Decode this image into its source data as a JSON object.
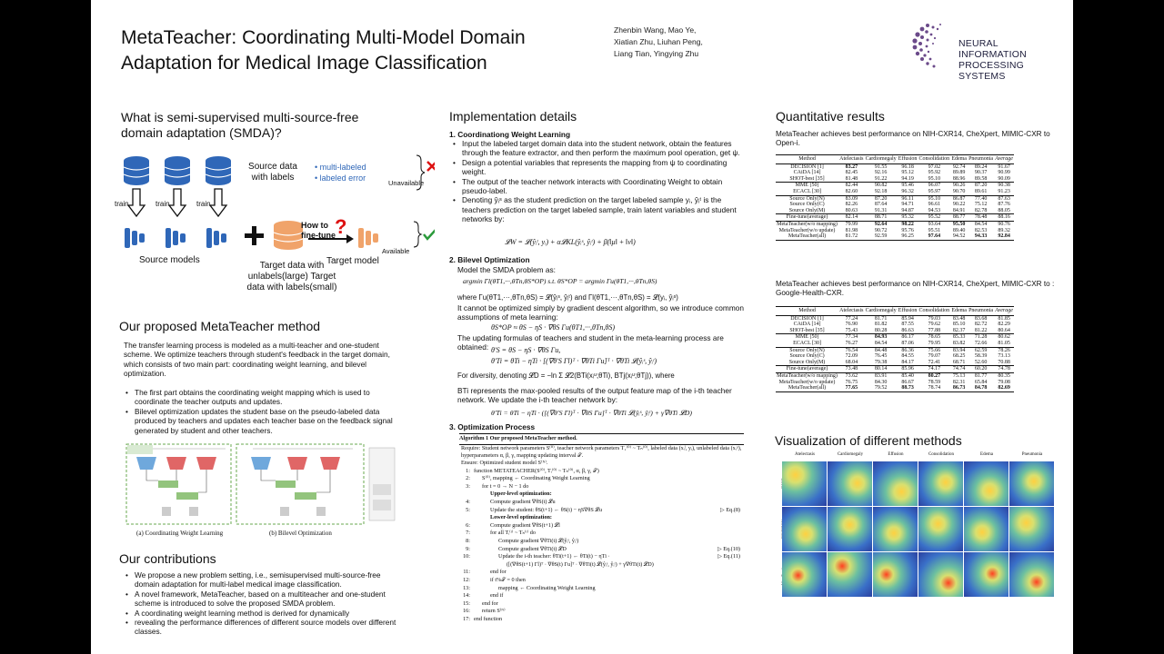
{
  "header": {
    "title": "MetaTeacher: Coordinating Multi-Model Domain Adaptation for Medical Image Classification",
    "authors": [
      "Zhenbin Wang, Mao Ye,",
      "Xiatian Zhu, Liuhan Peng,",
      "Liang Tian, Yingying Zhu"
    ],
    "logo_lines": [
      "NEURAL INFORMATION",
      "PROCESSING SYSTEMS"
    ]
  },
  "left": {
    "smda_heading": "What is semi-supervised multi-source-free domain adaptation (SMDA)?",
    "fig": {
      "source_data": "Source data with labels",
      "multi_labeled": "• multi-labeled",
      "labeled_error": "• labeled error",
      "unavailable": "Unavailable",
      "train": "train",
      "how_to": "How to fine-tune",
      "source_models": "Source models",
      "target_data": "Target data with unlabels(large) Target data with labels(small)",
      "target_model": "Target model",
      "available": "Available"
    },
    "method_heading": "Our proposed MetaTeacher method",
    "method_text": "The transfer learning process is modeled as a multi-teacher and one-student scheme. We optimize teachers through student's feedback in the target domain, which consists of two main part: coordinating weight learning, and bilevel optimization.",
    "method_bullets": [
      "The first part obtains the coordinating weight mapping which is used to coordinate the teacher outputs and updates.",
      "Bilevel optimization updates the student base on the pseudo-labeled data produced by teachers and updates each teacher base on the feedback signal generated by student and other teachers."
    ],
    "captions": [
      "(a) Coordinating Weight Learning",
      "(b) Bilevel Optimization"
    ],
    "contrib_heading": "Our contributions",
    "contrib_bullets": [
      "We propose a new problem setting, i.e., semisupervised multi-source-free domain adaptation for multi-label medical image classification.",
      "A novel framework, MetaTeacher, based on a multiteacher and one-student scheme is introduced to solve the proposed SMDA problem.",
      "A coordinating weight learning method is derived for dynamically",
      "revealing the performance differences of different source models over different classes."
    ]
  },
  "middle": {
    "heading": "Implementation details",
    "s1": "1. Coordinationg Weight Learning",
    "s1_bullets": [
      "Input the labeled target domain data into the student network, obtain the features through the feature extractor, and then perform the maximum pool operation, get ψ.",
      "Design a potential variables that represents the mapping from ψ to coordinating weight.",
      "The output of the teacher network interacts with Coordinating Weight to obtain pseudo-label.",
      "Denoting ŷᵢˢ as the student prediction on the target labeled sample yᵢ, ŷᵢᵗ is the teachers prediction on the target labeled sample, train latent variables and student networks by:"
    ],
    "eq_lw": "𝓛W = 𝓛(ŷᵢᵗ, yᵢ) + α𝓛KL(ŷᵢˢ, ŷᵢᵗ) + β(‖μ‖ + ‖ν‖)",
    "s2": "2. Bilevel Optimization",
    "s2_intro": "Model the SMDA problem as:",
    "eq_argmin": "argmin Γl(θT1,···,θTn,θS*OP)   s.t.  θS*OP = argmin Γu(θT1,···,θTn,θS)",
    "where_line": "where  Γu(θT1,···,θTn,θS) = 𝓛(ŷᵢˢ, ŷᵢᵗ) and Γl(θT1,···,θTn,θS) = 𝓛(yᵢ, ŷᵢˢ)",
    "bilevel_text": "It cannot be optimized simply by gradient descent algorithm, so we introduce common assumptions of meta learning:",
    "eq_meta": "θS*OP ≈ θS − ηS · ∇θS Γu(θT1,···,θTn,θS)",
    "update_text": "The updating formulas of teachers and student in the meta-learning process are obtained:",
    "eq_up1": "θ′S = θS − ηS · ∇θS Γu,",
    "eq_up2": "θ′Ti = θTi − ηTi · [(∇θ′S Γl)ᵀ · ∇θTi Γu]ᵀ · ∇θTi 𝓛(ŷᵢˢ, ŷᵢᵗ)",
    "diversity": "For diversity, denoting  𝓛D = −ln Σ 𝓛2(BTi(xᵢᵘ;θTi), BTj(xᵢᵘ;θTj)),  where",
    "b_text": "BTi represents the max-pooled results of the output feature map of the i-th teacher network. We update the i-th teacher network by:",
    "eq_teacher": "θ′Ti = θTi − ηTi · ([(∇θ′S Γl)ᵀ · ∇θS Γu]ᵀ · ∇θTi 𝓛(ŷᵢˢ, ŷᵢᵗ) + γ∇θTi 𝓛D)",
    "s3": "3. Optimization Process",
    "alg": {
      "title": "Algorithm 1 Our proposed MetaTeacher method.",
      "require": "Require: Student network parameters S⁽⁰⁾, teacher network parameters T₁⁽⁰⁾ ~ Tₙ⁽⁰⁾, labeled data (xᵢˡ, yᵢ), unlabeled data (xᵢᵘ), hyperparameters α, β, γ, mapping updating interval 𝒯.",
      "ensure": "Ensure: Optimized student model S⁽ᴺ⁾.",
      "lines": [
        {
          "n": "1:",
          "t": "function METATEACHER(S⁽⁰⁾, Tᵢ⁽⁰⁾ ~ Tₙ⁽⁰⁾, α, β, γ, 𝒯)",
          "i": 0,
          "r": ""
        },
        {
          "n": "2:",
          "t": "S⁽⁰⁾, mapping ← Coordinating Weight Learning",
          "i": 1,
          "r": ""
        },
        {
          "n": "3:",
          "t": "for t = 0 → N − 1 do",
          "i": 1,
          "r": ""
        },
        {
          "n": "",
          "t": "Upper-level optimization:",
          "i": 2,
          "r": ""
        },
        {
          "n": "4:",
          "t": "Compute gradient ∇θS(t) 𝓛u",
          "i": 2,
          "r": ""
        },
        {
          "n": "5:",
          "t": "Update the student: θS(t+1) ← θS(t) − ηS∇θS 𝓛u",
          "i": 2,
          "r": "▷ Eq.(8)"
        },
        {
          "n": "",
          "t": "Lower-level optimization:",
          "i": 2,
          "r": ""
        },
        {
          "n": "6:",
          "t": "Compute gradient ∇θS(t+1) 𝓛l",
          "i": 2,
          "r": ""
        },
        {
          "n": "7:",
          "t": "for all Tᵢ⁽ᵗ⁾ ~ Tₙ⁽ᵗ⁾ do",
          "i": 2,
          "r": ""
        },
        {
          "n": "8:",
          "t": "Compute gradient ∇θTi(t) 𝓛(ŷᵢˢ, ŷᵢᵗ)",
          "i": 3,
          "r": ""
        },
        {
          "n": "9:",
          "t": "Compute gradient ∇θTi(t) 𝓛D",
          "i": 3,
          "r": "▷ Eq.(10)"
        },
        {
          "n": "10:",
          "t": "Update the i-th teacher: θTi(t+1) ← θTi(t) − ηTi ·",
          "i": 3,
          "r": "▷ Eq.(11)"
        },
        {
          "n": "",
          "t": "([(∇θS(t+1) Γl)ᵀ · ∇θS(t) Γu]ᵀ · ∇θTi(t) 𝓛(ŷᵢˢ, ŷᵢᵗ) + γ∇θTi(t) 𝓛D)",
          "i": 4,
          "r": ""
        },
        {
          "n": "11:",
          "t": "end for",
          "i": 2,
          "r": ""
        },
        {
          "n": "12:",
          "t": "if t%𝒯 = 0 then",
          "i": 2,
          "r": ""
        },
        {
          "n": "13:",
          "t": "mapping ← Coordinating Weight Learning",
          "i": 3,
          "r": ""
        },
        {
          "n": "14:",
          "t": "end if",
          "i": 2,
          "r": ""
        },
        {
          "n": "15:",
          "t": "end for",
          "i": 1,
          "r": ""
        },
        {
          "n": "16:",
          "t": "return S⁽ᴺ⁾",
          "i": 1,
          "r": ""
        },
        {
          "n": "17:",
          "t": "end function",
          "i": 0,
          "r": ""
        }
      ]
    }
  },
  "right": {
    "heading": "Quantitative results",
    "t1_caption": "MetaTeacher achieves best performance on NIH-CXR14, CheXpert, MIMIC-CXR to Open-i.",
    "t2_caption": "MetaTeacher achieves best performance on NIH-CXR14, CheXpert, MIMIC-CXR to : Google-Health-CXR.",
    "columns": [
      "Method",
      "Atelectasis",
      "Cardiomegaly",
      "Effusion",
      "Consolidation",
      "Edema",
      "Pneumonia",
      "Average"
    ],
    "table1": [
      {
        "g": false,
        "c": [
          "DECISION [1]",
          "83.27",
          "91.55",
          "96.18",
          "97.02",
          "92.74",
          "89.24",
          "91.67"
        ],
        "b": [
          1
        ]
      },
      {
        "g": false,
        "c": [
          "CAiDA [14]",
          "82.45",
          "92.16",
          "95.12",
          "95.92",
          "89.89",
          "90.37",
          "90.99"
        ],
        "b": []
      },
      {
        "g": false,
        "c": [
          "SHOT-best [35]",
          "81.48",
          "91.22",
          "94.19",
          "95.10",
          "88.96",
          "89.58",
          "90.09"
        ],
        "b": []
      },
      {
        "g": true,
        "c": [
          "MME [50]",
          "82.44",
          "90.82",
          "95.46",
          "96.07",
          "90.26",
          "87.20",
          "90.38"
        ],
        "b": []
      },
      {
        "g": false,
        "c": [
          "ECACL [30]",
          "82.60",
          "92.18",
          "96.32",
          "95.97",
          "90.70",
          "89.61",
          "91.23"
        ],
        "b": []
      },
      {
        "g": true,
        "c": [
          "Source Only(N)",
          "83.09",
          "87.20",
          "96.11",
          "95.10",
          "86.87",
          "77.40",
          "87.63"
        ],
        "b": []
      },
      {
        "g": false,
        "c": [
          "Source Only(C)",
          "82.26",
          "87.64",
          "94.71",
          "96.61",
          "90.22",
          "75.12",
          "87.76"
        ],
        "b": []
      },
      {
        "g": false,
        "c": [
          "Source Only(M)",
          "80.63",
          "91.31",
          "94.87",
          "94.53",
          "84.91",
          "82.78",
          "88.05"
        ],
        "b": []
      },
      {
        "g": true,
        "c": [
          "Fine-tune(average)",
          "82.14",
          "88.71",
          "95.32",
          "95.52",
          "88.77",
          "78.48",
          "88.16"
        ],
        "b": []
      },
      {
        "g": true,
        "c": [
          "MetaTeacher(w/o mapping)",
          "79.99",
          "92.64",
          "98.22",
          "93.64",
          "95.50",
          "84.54",
          "90.76"
        ],
        "b": [
          2,
          3,
          5
        ]
      },
      {
        "g": false,
        "c": [
          "MetaTeacher(w/o update)",
          "81.98",
          "90.72",
          "95.76",
          "95.51",
          "89.40",
          "82.53",
          "89.32"
        ],
        "b": []
      },
      {
        "g": false,
        "c": [
          "MetaTeacher(all)",
          "81.72",
          "92.59",
          "96.25",
          "97.64",
          "94.52",
          "94.33",
          "92.84"
        ],
        "b": [
          4,
          6,
          7
        ]
      }
    ],
    "table2": [
      {
        "g": false,
        "c": [
          "DECISION [1]",
          "77.24",
          "81.71",
          "85.94",
          "79.03",
          "83.48",
          "83.68",
          "81.85"
        ],
        "b": []
      },
      {
        "g": false,
        "c": [
          "CAiDA [14]",
          "76.90",
          "81.82",
          "87.55",
          "79.62",
          "85.10",
          "82.72",
          "82.29"
        ],
        "b": []
      },
      {
        "g": false,
        "c": [
          "SHOT-best [35]",
          "75.43",
          "80.28",
          "86.63",
          "77.88",
          "82.37",
          "81.22",
          "80.64"
        ],
        "b": []
      },
      {
        "g": true,
        "c": [
          "MME [50]",
          "77.34",
          "84.93",
          "86.17",
          "78.65",
          "85.33",
          "71.28",
          "80.62"
        ],
        "b": [
          2
        ]
      },
      {
        "g": false,
        "c": [
          "ECACL [30]",
          "76.27",
          "84.54",
          "87.06",
          "79.95",
          "83.82",
          "72.66",
          "81.05"
        ],
        "b": []
      },
      {
        "g": true,
        "c": [
          "Source Only(N)",
          "76.54",
          "84.48",
          "86.36",
          "75.66",
          "83.94",
          "62.59",
          "78.26"
        ],
        "b": []
      },
      {
        "g": false,
        "c": [
          "Source Only(C)",
          "72.09",
          "76.45",
          "84.55",
          "79.07",
          "68.25",
          "58.39",
          "73.13"
        ],
        "b": []
      },
      {
        "g": false,
        "c": [
          "Source Only(M)",
          "68.04",
          "79.38",
          "84.17",
          "72.41",
          "68.71",
          "52.60",
          "70.88"
        ],
        "b": []
      },
      {
        "g": true,
        "c": [
          "Fine-tune(average)",
          "73.48",
          "80.14",
          "85.96",
          "74.17",
          "74.74",
          "60.20",
          "74.78"
        ],
        "b": []
      },
      {
        "g": true,
        "c": [
          "MetaTeacher(w/o mapping)",
          "73.62",
          "83.91",
          "85.40",
          "80.27",
          "75.13",
          "81.77",
          "80.35"
        ],
        "b": [
          4
        ]
      },
      {
        "g": false,
        "c": [
          "MetaTeacher(w/o update)",
          "76.75",
          "84.30",
          "86.67",
          "78.59",
          "82.31",
          "65.84",
          "79.08"
        ],
        "b": []
      },
      {
        "g": false,
        "c": [
          "MetaTeacher(all)",
          "77.65",
          "79.52",
          "88.73",
          "78.74",
          "86.73",
          "84.78",
          "82.69"
        ],
        "b": [
          1,
          3,
          5,
          6,
          7
        ]
      }
    ],
    "viz_heading": "Visualization of  different methods",
    "viz_cols": [
      "Atelectasis",
      "Cardiomegaly",
      "Effusion",
      "Consolidation",
      "Edema",
      "Pneumonia"
    ],
    "viz_rows": [
      "SHOT",
      "DECISION",
      "MetaTeacher"
    ]
  }
}
